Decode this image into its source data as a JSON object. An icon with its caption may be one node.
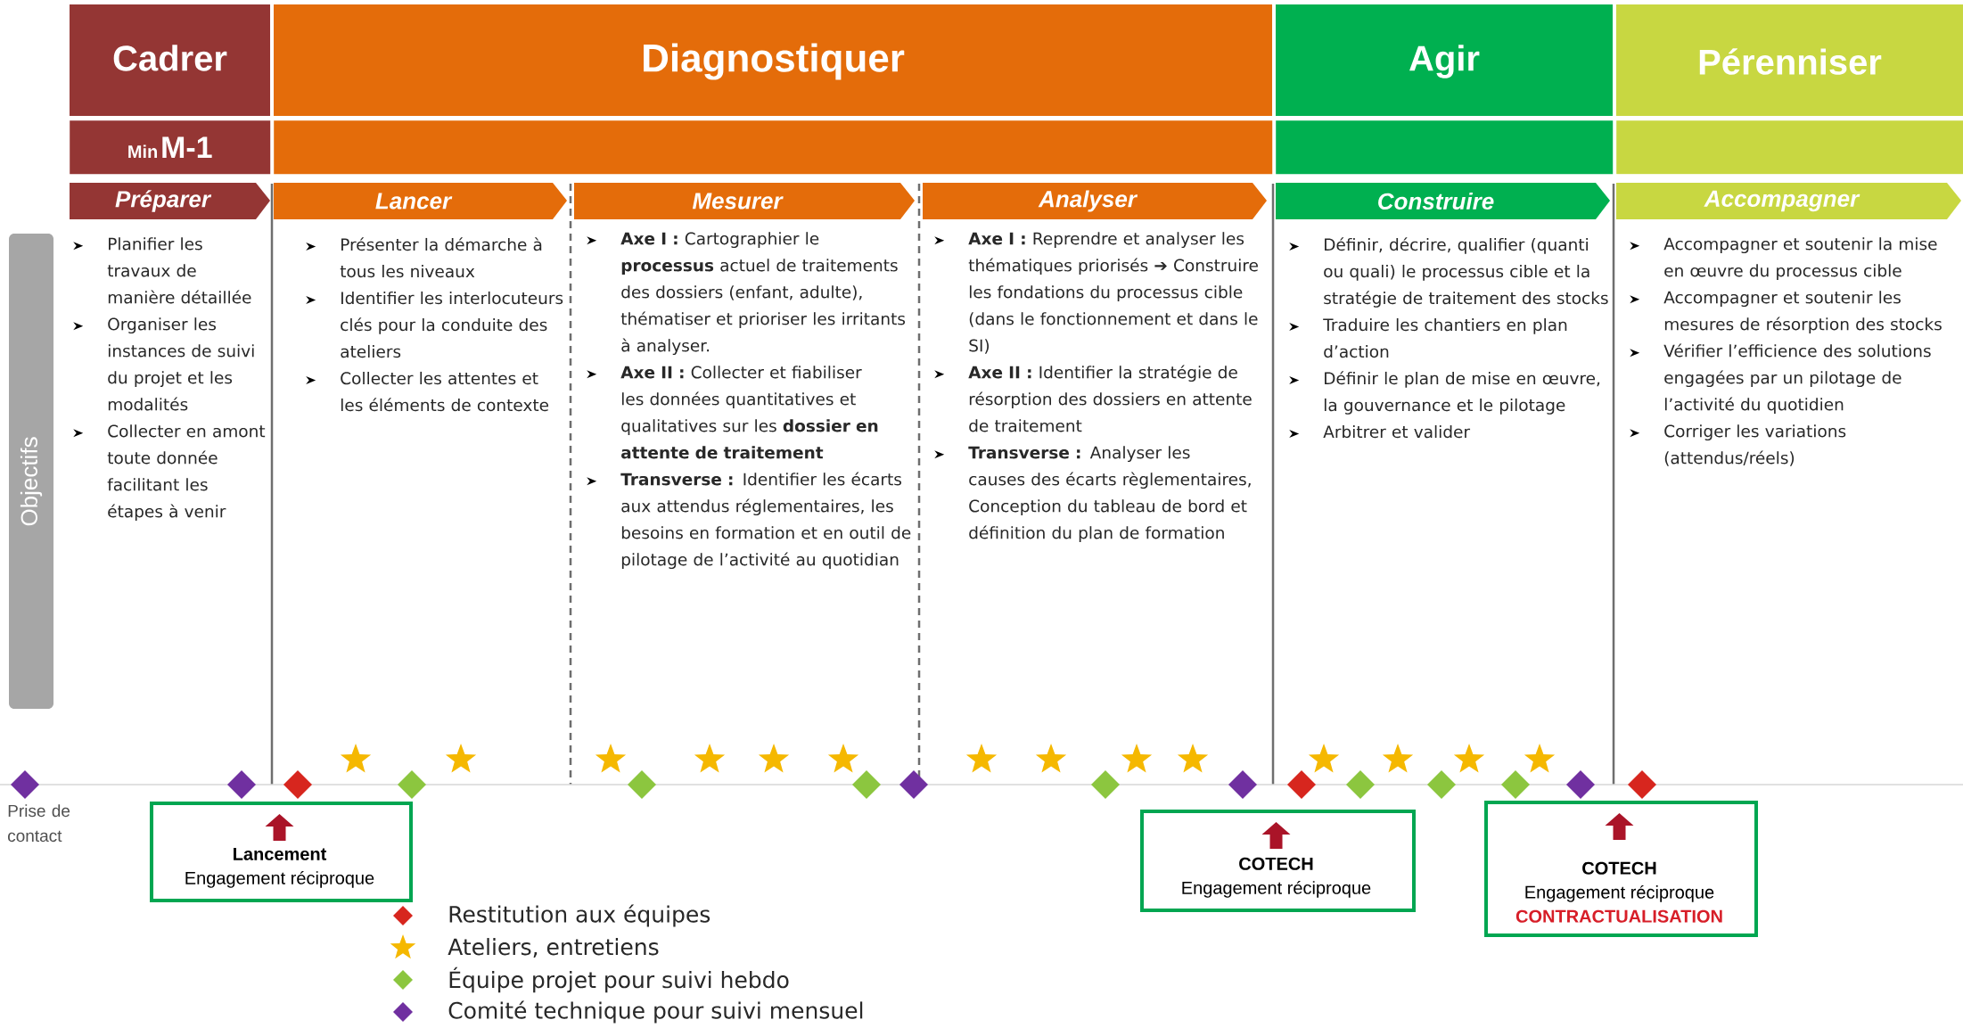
{
  "diagram": {
    "nodes": [
      {
        "text": [
          "Cadrer"
        ]
      },
      {
        "text": [
          "Diagnostiquer"
        ]
      },
      {
        "text": [
          "Agir"
        ]
      },
      {
        "text": [
          "Pérenniser"
        ]
      },
      {
        "text": [
          "Min",
          "M-1"
        ]
      },
      {
        "text": [],
        "shape": "bar"
      },
      {
        "text": [],
        "shape": "bar"
      },
      {
        "text": [],
        "shape": "bar"
      },
      {
        "text": [
          "Préparer"
        ]
      },
      {
        "text": [
          "Lancer"
        ]
      },
      {
        "text": [
          "Mesurer"
        ]
      },
      {
        "text": [
          "Analyser"
        ]
      },
      {
        "text": [
          "Construire"
        ]
      },
      {
        "text": [
          "Accompagner"
        ]
      },
      {
        "text": [
          "Objectifs"
        ]
      },
      {
        "text": [
          "Planifier les travaux de manière détaillée",
          "Organiser les instances de suivi du projet et les modalités",
          "Collecter en amont toute donnée facilitant les étapes à venir"
        ]
      },
      {
        "text": [
          "Présenter la démarche à tous les niveaux",
          "Identifier les interlocuteurs clés pour la conduite des ateliers",
          "Collecter les attentes et les éléments de contexte"
        ]
      },
      {
        "text": [
          "**Axe I :** Cartographier le **processus** actuel de traitements des dossiers (enfant, adulte), thématiser et prioriser les irritants à analyser.",
          "**Axe II :** Collecter et fiabiliser les données quantitatives et qualitatives sur les **dossier en attente de traitement**",
          "**Transverse :** Identifier les écarts aux attendus réglementaires, les besoins en formation et en outil de pilotage de l’activité au quotidian"
        ]
      },
      {
        "text": [
          "**Axe I :** Reprendre et analyser les thématiques priorisés ➔ Construire les fondations du processus cible (dans le fonctionnement et dans le SI)",
          "**Axe II :** Identifier la stratégie de résorption des dossiers en attente de traitement",
          "**Transverse :** Analyser les causes des écarts règlementaires, Conception du tableau de bord et définition du plan de formation"
        ]
      },
      {
        "text": [
          "Définir, décrire, qualifier (quanti ou quali) le processus cible et la stratégie de traitement des stocks",
          "Traduire les chantiers en plan d’action",
          "Définir le plan de mise en œuvre, la gouvernance et le pilotage",
          "Arbitrer et valider"
        ]
      },
      {
        "text": [
          "Accompagner et soutenir la mise en œuvre du processus cible",
          "Accompagner et soutenir les mesures de résorption des stocks",
          "Vérifier l’efficience des solutions engagées par un pilotage de l’activité du quotidien",
          "Corriger les variations (attendus/réels)"
        ]
      },
      {
        "text": [
          "Lancement",
          "Engagement réciproque"
        ]
      },
      {
        "text": [
          "COTECH",
          "Engagement réciproque"
        ]
      },
      {
        "text": [
          "COTECH",
          "Engagement réciproque",
          "CONTRACTUALISATION"
        ]
      }
    ],
    "labels": [
      "Prise de contact"
    ],
    "legend": [
      {
        "text": "Restitution aux équipes",
        "color": "#d7261e"
      },
      {
        "text": "Ateliers, entretiens",
        "color": "#f5b800"
      },
      {
        "text": "Équipe projet pour suivi hebdo",
        "color": "#8cc63f"
      },
      {
        "text": "Comité technique pour suivi mensuel",
        "color": "#7030a0"
      }
    ]
  }
}
